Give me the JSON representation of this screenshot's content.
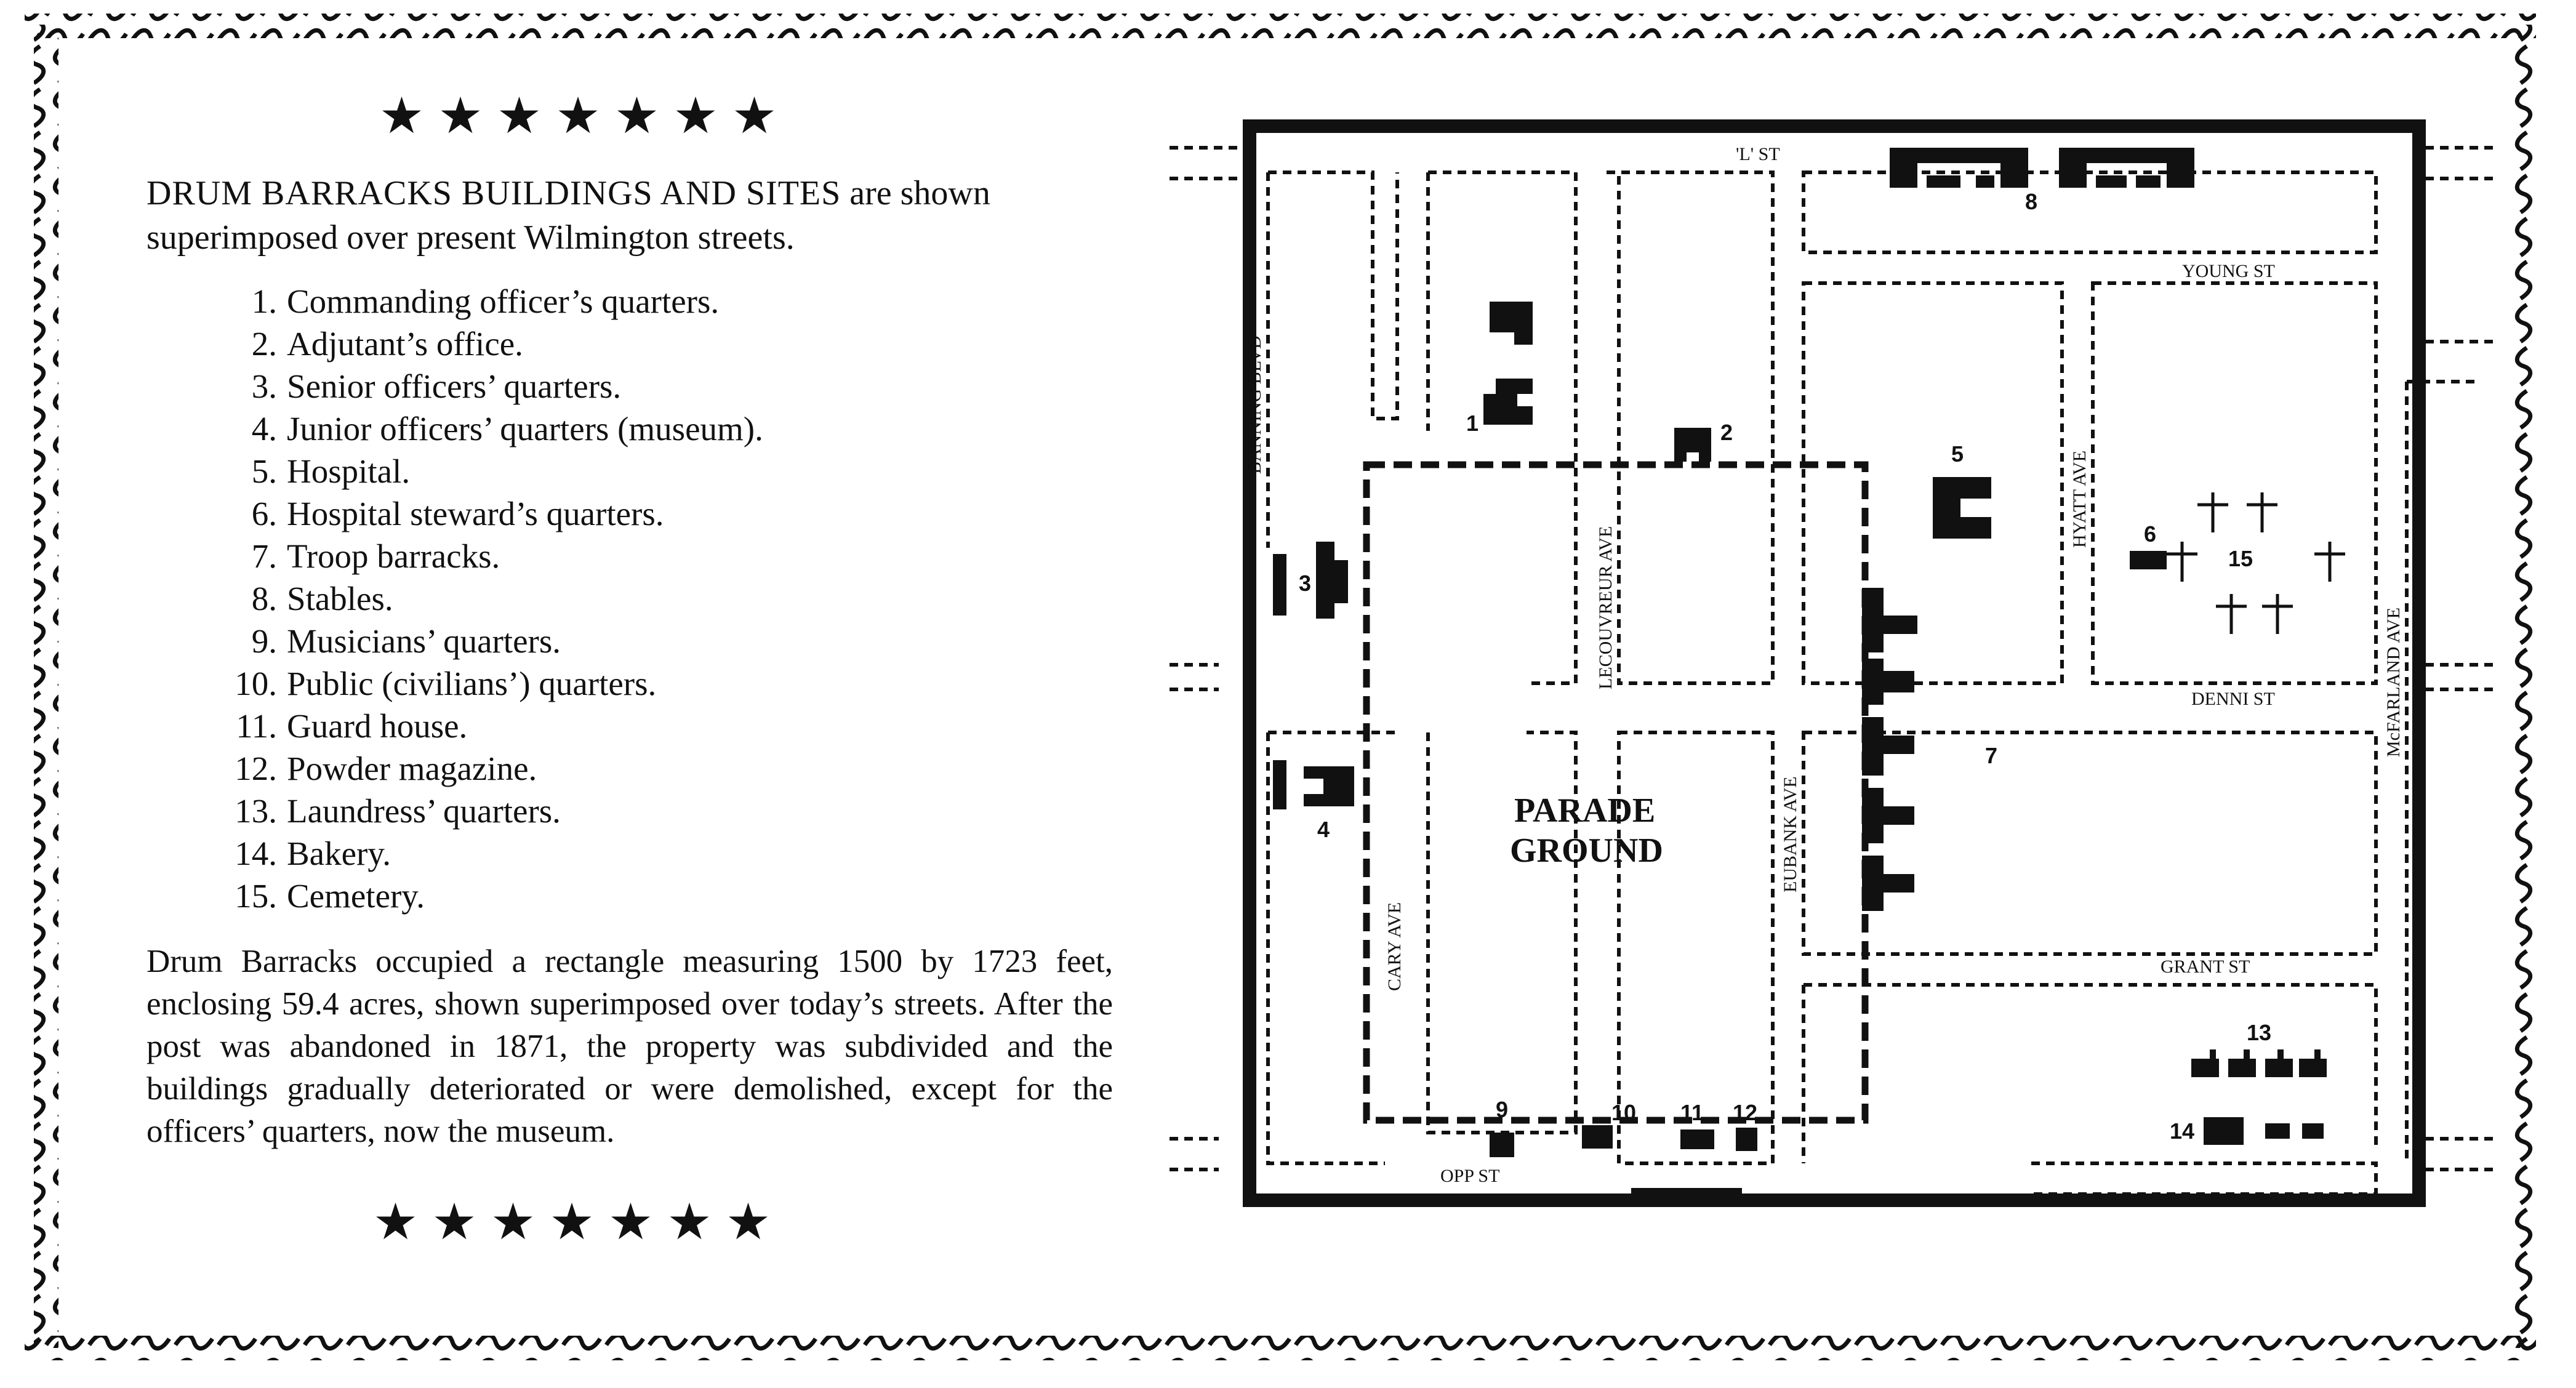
{
  "stars_top": "★★★★★★★",
  "stars_bottom": "★★★★★★★",
  "intro": {
    "heading": "DRUM BARRACKS BUILDINGS AND SITES",
    "rest": " are shown superimposed over present Wilmington streets."
  },
  "legend": [
    {
      "num": "1.",
      "label": "Commanding officer’s quarters."
    },
    {
      "num": "2.",
      "label": "Adjutant’s office."
    },
    {
      "num": "3.",
      "label": "Senior officers’ quarters."
    },
    {
      "num": "4.",
      "label": "Junior officers’ quarters (museum)."
    },
    {
      "num": "5.",
      "label": "Hospital."
    },
    {
      "num": "6.",
      "label": "Hospital steward’s quarters."
    },
    {
      "num": "7.",
      "label": "Troop barracks."
    },
    {
      "num": "8.",
      "label": "Stables."
    },
    {
      "num": "9.",
      "label": "Musicians’ quarters."
    },
    {
      "num": "10.",
      "label": "Public (civilians’) quarters."
    },
    {
      "num": "11.",
      "label": "Guard house."
    },
    {
      "num": "12.",
      "label": "Powder magazine."
    },
    {
      "num": "13.",
      "label": "Laundress’ quarters."
    },
    {
      "num": "14.",
      "label": "Bakery."
    },
    {
      "num": "15.",
      "label": "Cemetery."
    }
  ],
  "description": "Drum Barracks occupied a rectangle measuring 1500 by 1723 feet, enclosing 59.4 acres, shown superimposed over today’s streets. After the post was abandoned in 1871, the property was subdivided and the buildings gradually deteriorated or were demolished, except for the officers’ quarters, now the museum.",
  "map": {
    "streets": {
      "l_st": "'L' ST",
      "young_st": "YOUNG ST",
      "denni_st": "DENNI ST",
      "grant_st": "GRANT ST",
      "opp_st": "OPP ST",
      "banning_blvd": "BANNING BLVD",
      "cary_ave": "CARY AVE",
      "lecouvreur_ave": "LECOUVREUR AVE",
      "eubank_ave": "EUBANK AVE",
      "hyatt_ave": "HYATT AVE",
      "mcfarland_ave": "McFARLAND AVE"
    },
    "parade_line1": "PARADE",
    "parade_line2": "GROUND",
    "building_numbers": [
      "1",
      "2",
      "3",
      "4",
      "5",
      "6",
      "7",
      "8",
      "9",
      "10",
      "11",
      "12",
      "13",
      "14",
      "15"
    ]
  }
}
